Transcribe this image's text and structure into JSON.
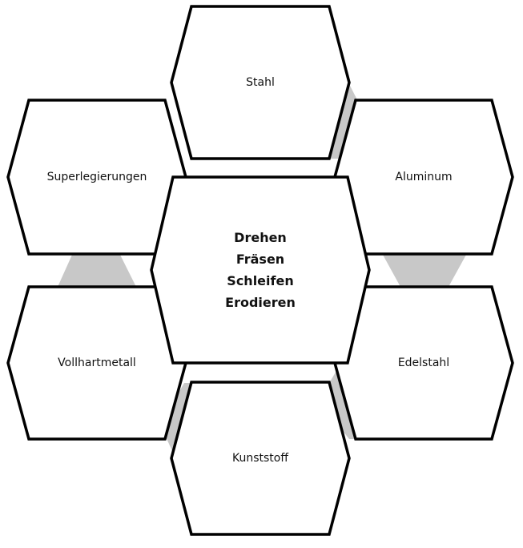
{
  "center": {
    "lines": [
      "Drehen",
      "Fräsen",
      "Schleifen",
      "Erodieren"
    ]
  },
  "materials": [
    "Stahl",
    "Aluminum",
    "Edelstahl",
    "Kunststoff",
    "Vollhartmetall",
    "Superlegierungen"
  ],
  "colors": {
    "stroke": "#000000",
    "connector": "#c8c8c8",
    "fill": "#ffffff"
  }
}
